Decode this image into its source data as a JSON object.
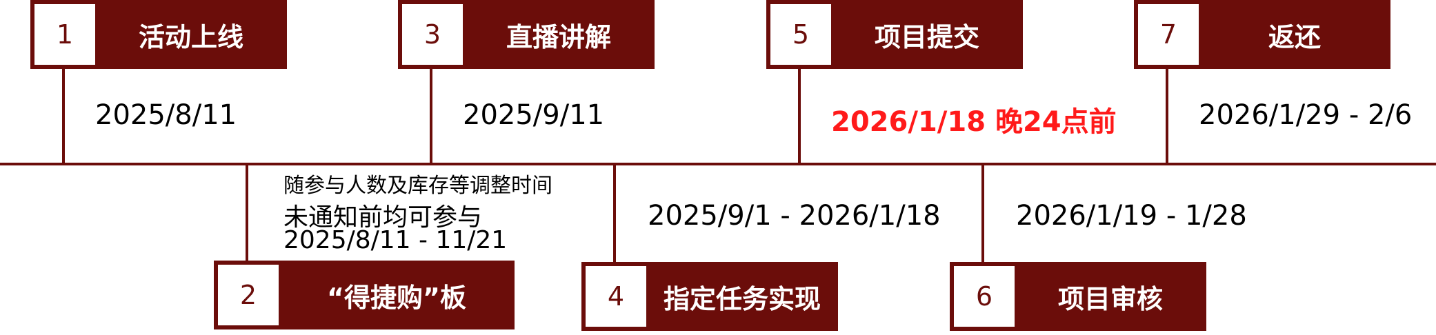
{
  "colors": {
    "box": "#6b0d0a",
    "highlight": "#ff1a1a",
    "text": "#000000"
  },
  "steps": [
    {
      "num": "1",
      "label": "活动上线",
      "date": "2025/8/11"
    },
    {
      "num": "2",
      "label": "“得捷购”板",
      "date": "2025/8/11 - 11/21",
      "notes": [
        "随参与人数及库存等调整时间",
        "未通知前均可参与"
      ]
    },
    {
      "num": "3",
      "label": "直播讲解",
      "date": "2025/9/11"
    },
    {
      "num": "4",
      "label": "指定任务实现",
      "date": "2025/9/1 - 2026/1/18"
    },
    {
      "num": "5",
      "label": "项目提交",
      "date": "2026/1/18 晚24点前"
    },
    {
      "num": "6",
      "label": "项目审核",
      "date": "2026/1/19 - 1/28"
    },
    {
      "num": "7",
      "label": "返还",
      "date": "2026/1/29 - 2/6"
    }
  ]
}
